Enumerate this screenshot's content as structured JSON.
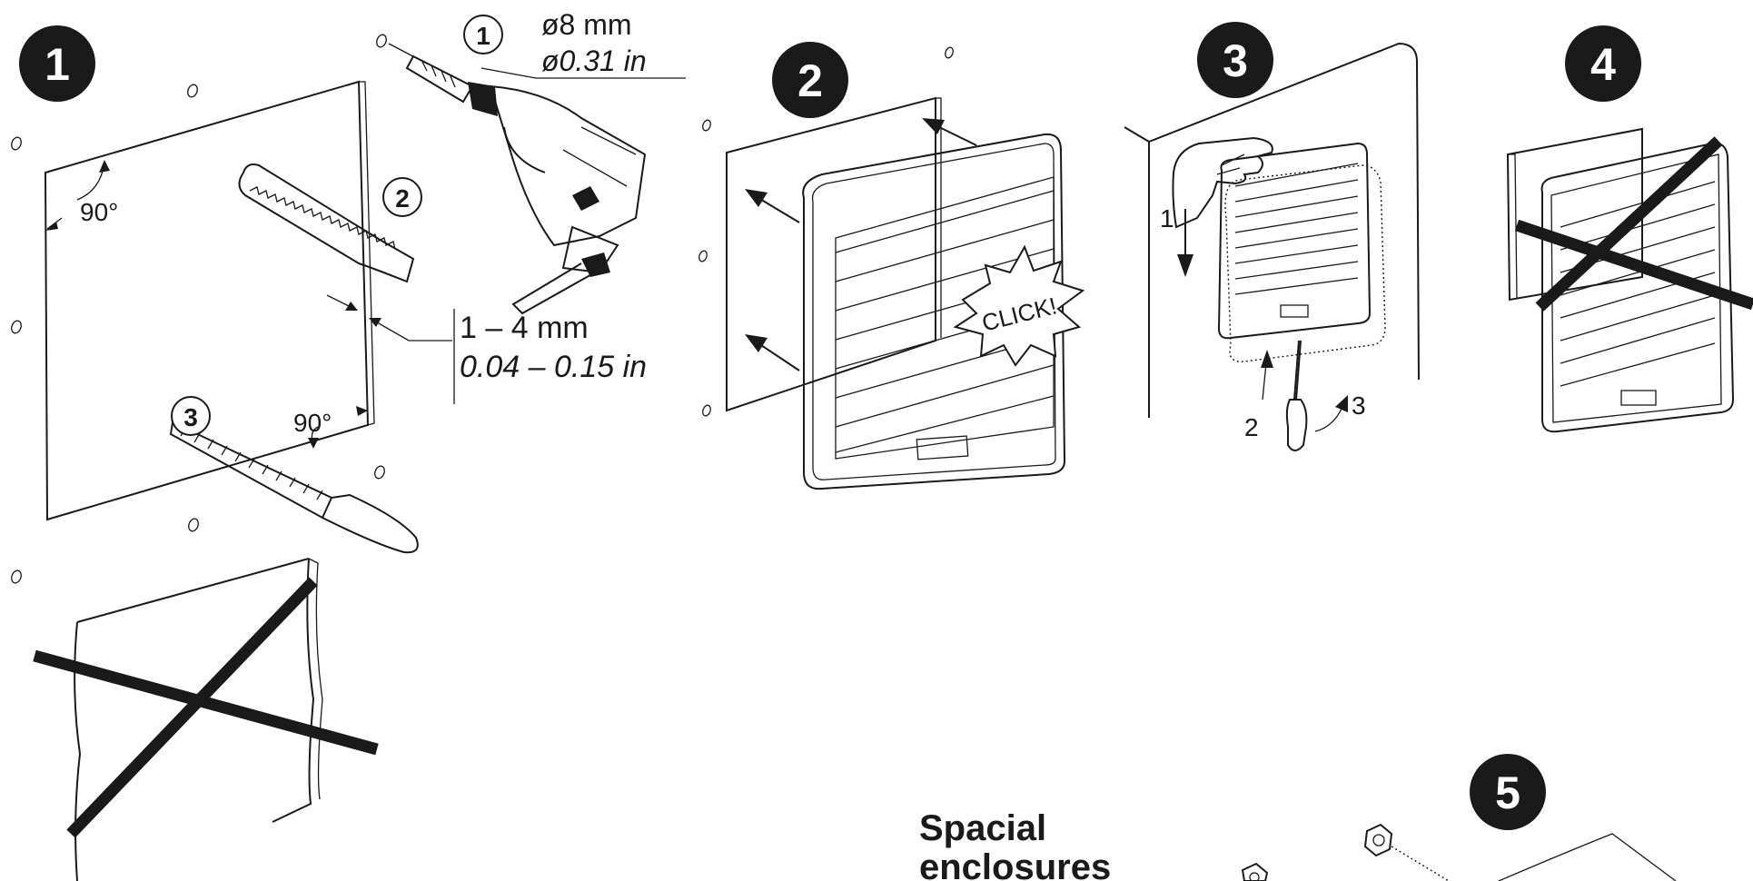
{
  "steps": {
    "step1": "1",
    "step2": "2",
    "step3": "3",
    "step4": "4",
    "step5": "5"
  },
  "substeps": {
    "drill": "1",
    "saw": "2",
    "file": "3"
  },
  "dimensions": {
    "drill_mm": "ø8 mm",
    "drill_in": "ø0.31 in",
    "thickness_mm": "1 – 4 mm",
    "thickness_in": "0.04 – 0.15 in",
    "angle_top": "90°",
    "angle_side": "90°"
  },
  "step2_label": "CLICK!",
  "step3_arrows": {
    "a1": "1",
    "a2": "2",
    "a3": "3"
  },
  "step5_caption": {
    "line1": "Spacial",
    "line2": "enclosures"
  }
}
